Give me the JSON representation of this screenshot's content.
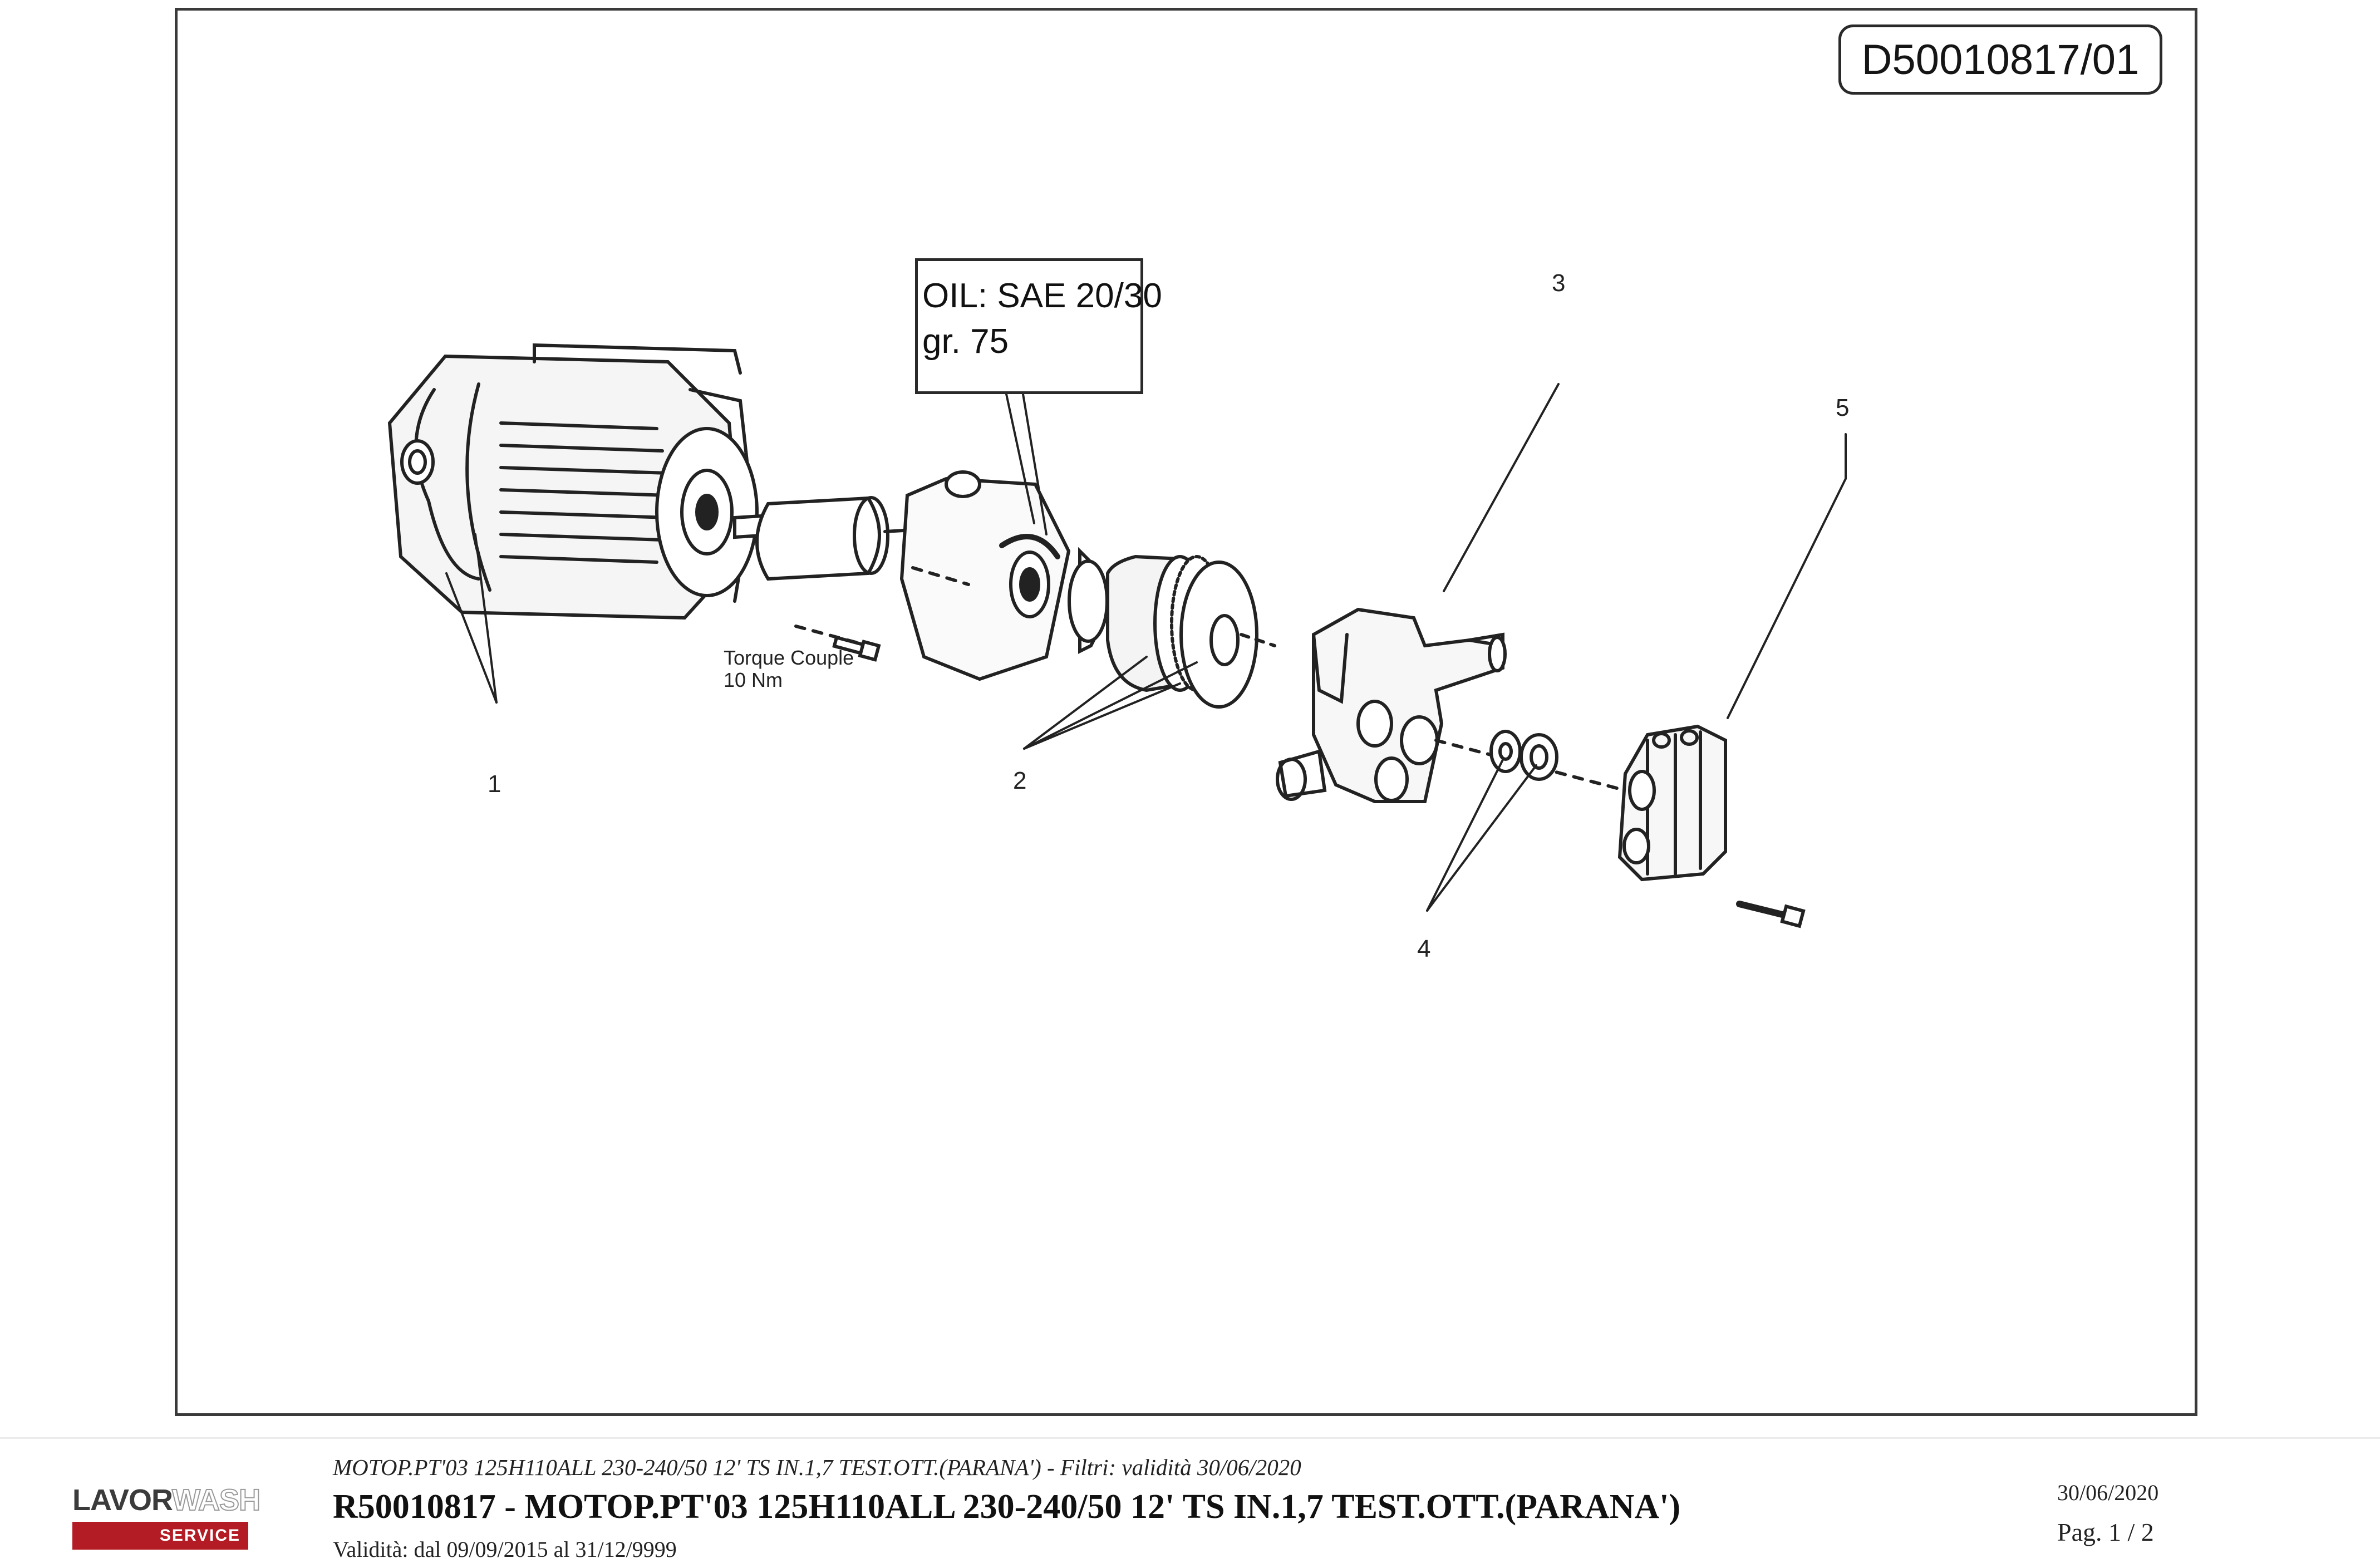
{
  "drawing": {
    "doc_id": "D50010817/01",
    "oil_note": {
      "line1": "OIL: SAE 20/30",
      "line2": "gr.  75"
    },
    "torque_note": {
      "line1": "Torque Couple",
      "line2": "10 Nm"
    },
    "callouts": [
      "1",
      "2",
      "3",
      "4",
      "5"
    ]
  },
  "footer": {
    "logo": {
      "word1": "LAVOR",
      "word2": "WASH",
      "tag": "SERVICE"
    },
    "subtitle": "MOTOP.PT'03 125H110ALL 230-240/50 12' TS IN.1,7 TEST.OTT.(PARANA') - Filtri: validità 30/06/2020",
    "title": "R50010817 - MOTOP.PT'03 125H110ALL 230-240/50 12' TS IN.1,7 TEST.OTT.(PARANA')",
    "validity": "Validità: dal 09/09/2015 al 31/12/9999",
    "date": "30/06/2020",
    "page": "Pag. 1 / 2"
  }
}
